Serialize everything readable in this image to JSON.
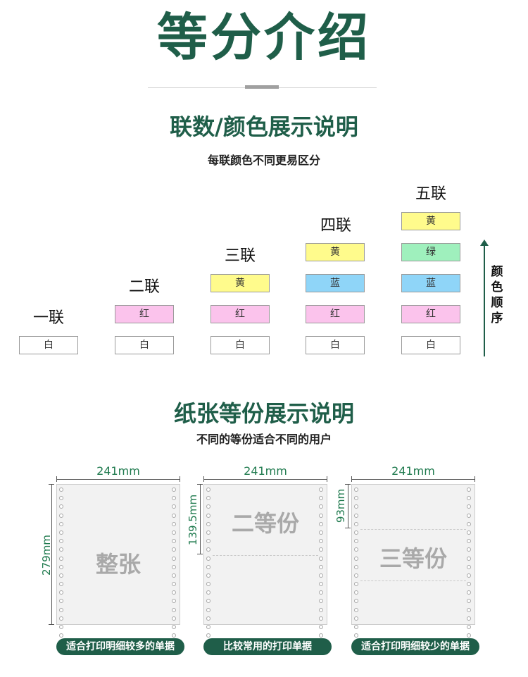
{
  "main_title": "等分介绍",
  "copies_section": {
    "title": "联数/颜色展示说明",
    "subtitle": "每联颜色不同更易区分",
    "order_label": "颜色顺序",
    "columns": [
      {
        "label": "一联",
        "boxes": [
          "白"
        ]
      },
      {
        "label": "二联",
        "boxes": [
          "红",
          "白"
        ]
      },
      {
        "label": "三联",
        "boxes": [
          "黄",
          "红",
          "白"
        ]
      },
      {
        "label": "四联",
        "boxes": [
          "黄",
          "蓝",
          "红",
          "白"
        ]
      },
      {
        "label": "五联",
        "boxes": [
          "黄",
          "绿",
          "蓝",
          "红",
          "白"
        ]
      }
    ],
    "colors": {
      "白": "#ffffff",
      "红": "#fbc3ec",
      "黄": "#fffb8c",
      "蓝": "#8fd5f8",
      "绿": "#9ff0bd"
    }
  },
  "split_section": {
    "title": "纸张等份展示说明",
    "subtitle": "不同的等份适合不同的用户",
    "sheets": [
      {
        "width_label": "241mm",
        "side_label": "279mm",
        "text": "整张",
        "caption": "适合打印明细较多的单据"
      },
      {
        "width_label": "241mm",
        "side_label": "139.5mm",
        "text": "二等份",
        "caption": "比较常用的打印单据"
      },
      {
        "width_label": "241mm",
        "side_label": "93mm",
        "text": "三等份",
        "caption": "适合打印明细较少的单据"
      }
    ]
  },
  "brand_color": "#1f5e49"
}
